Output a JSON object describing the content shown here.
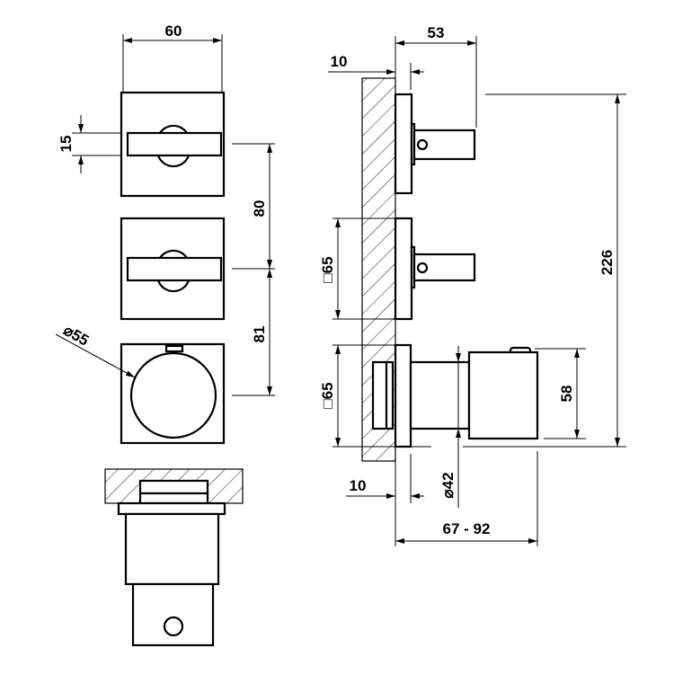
{
  "title": "Technical dimension drawing - wall-mounted thermostatic mixer with two stop valves",
  "dimensions": {
    "front_width": "60",
    "handle_height": "15",
    "spacing_upper": "80",
    "spacing_lower": "81",
    "knob_diameter": "⌀55",
    "side_projection": "53",
    "wall_offset_top": "10",
    "plate_upper": "□65",
    "plate_lower": "□65",
    "total_height": "226",
    "knob_height": "58",
    "stem_diameter": "⌀42",
    "wall_offset_bottom": "10",
    "depth_range": "67 - 92"
  }
}
